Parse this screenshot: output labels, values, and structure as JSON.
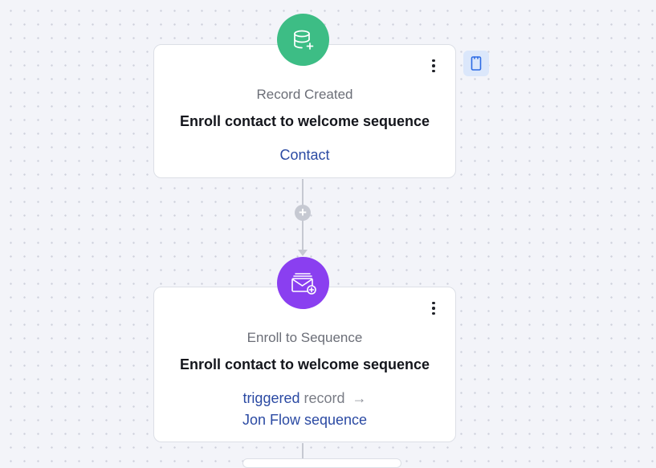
{
  "nodes": [
    {
      "kind": "Record Created",
      "title": "Enroll contact to welcome sequence",
      "link": "Contact",
      "icon": "database-plus-icon",
      "icon_color": "#3dbd85"
    },
    {
      "kind": "Enroll to Sequence",
      "title": "Enroll contact to welcome sequence",
      "trigger": {
        "source": "triggered",
        "field": "record",
        "arrow": "→",
        "target": "Jon Flow sequence"
      },
      "icon": "mail-stack-plus-icon",
      "icon_color": "#8a3ff0"
    }
  ],
  "connector": {
    "add_symbol": "+"
  },
  "colors": {
    "canvas": "#f3f4f9",
    "link": "#2b4aa3",
    "side_button": "#dbe7fb"
  }
}
